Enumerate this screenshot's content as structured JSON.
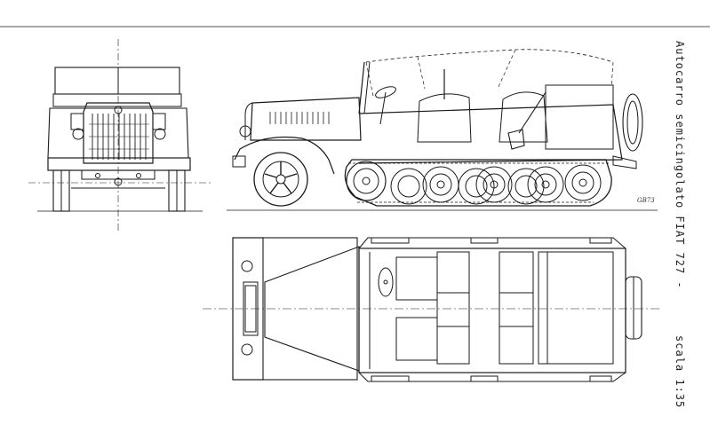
{
  "drawing": {
    "title": "Autocarro semicingolato FIAT 727 -",
    "scale": "scala 1:35",
    "signature": "GB73"
  },
  "views": {
    "front": "front-view",
    "side": "side-view",
    "top": "top-view"
  },
  "colors": {
    "paper": "#ffffff",
    "ink": "#1a1a1a",
    "center_line": "#333333"
  }
}
